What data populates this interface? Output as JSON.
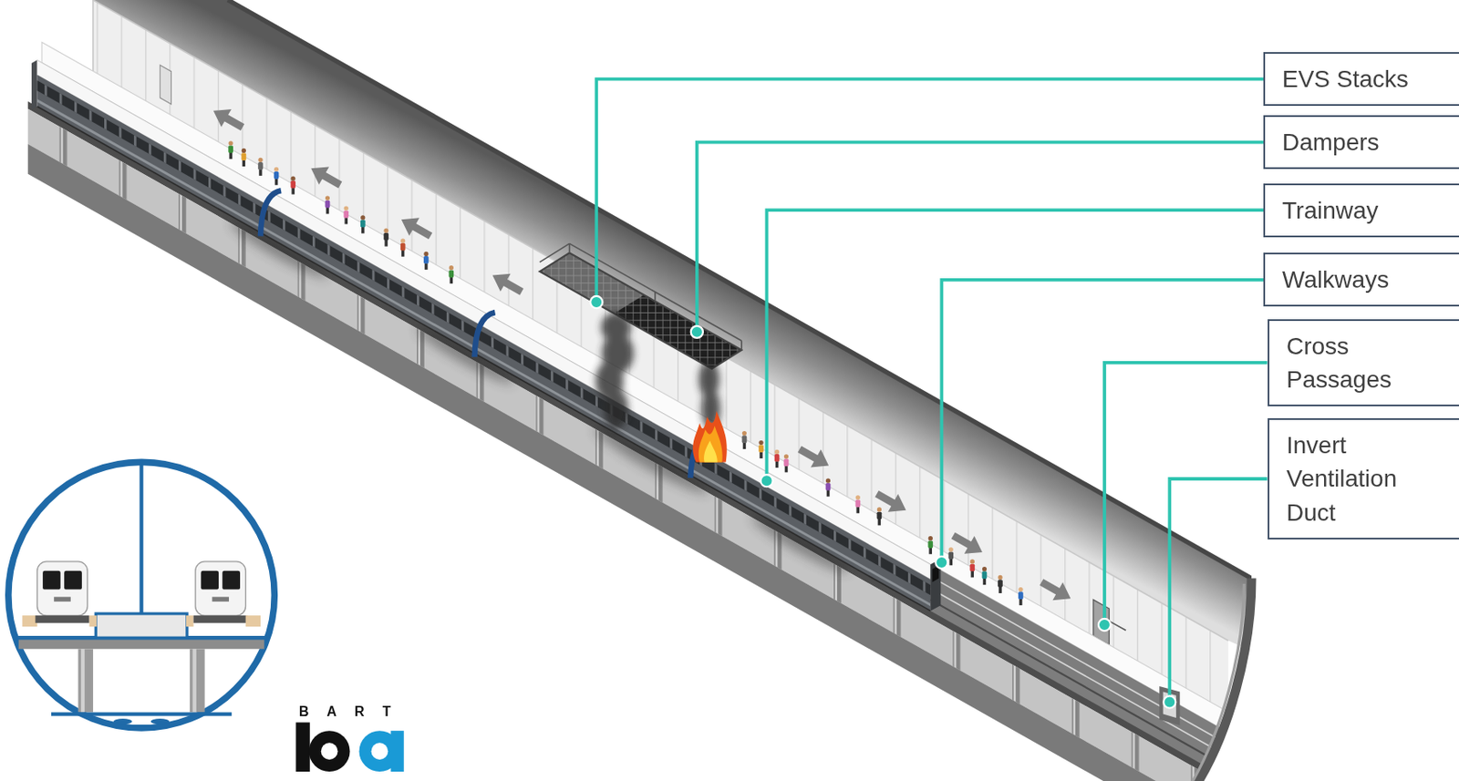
{
  "diagram": {
    "nodes": [
      {
        "text": [
          "EVS Stacks"
        ]
      },
      {
        "text": [
          "Dampers"
        ]
      },
      {
        "text": [
          "Trainway"
        ]
      },
      {
        "text": [
          "Walkways"
        ]
      },
      {
        "text": [
          "Cross Passages"
        ]
      },
      {
        "text": [
          "Invert Ventilation Duct"
        ]
      }
    ],
    "labels": [
      "BART"
    ]
  }
}
